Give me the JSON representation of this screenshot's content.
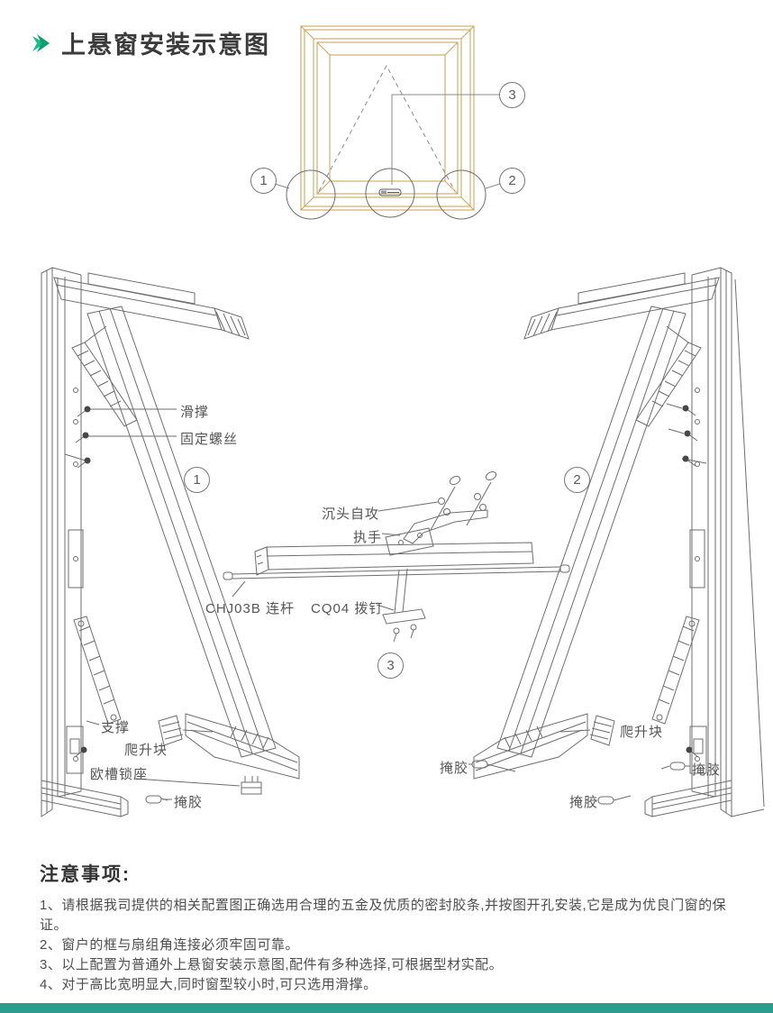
{
  "page": {
    "title": "上悬窗安装示意图"
  },
  "top_diagram": {
    "callouts": [
      "1",
      "2",
      "3"
    ]
  },
  "assembly": {
    "callouts": [
      "1",
      "2",
      "3"
    ],
    "labels": {
      "slide_stay": "滑撑",
      "fixing_screw": "固定螺丝",
      "countersunk_screw": "沉头自攻",
      "handle": "执手",
      "connecting_rod": "CHJ03B 连杆",
      "pin": "CQ04 拨钉",
      "support": "支撑",
      "climb_block_left": "爬升块",
      "euro_groove_lock": "欧槽锁座",
      "cover_left": "掩胶",
      "cover_right_inner": "掩胶",
      "climb_block_right": "爬升块",
      "cover_right_bottom": "掩胶",
      "cover_right_outer": "掩胶"
    }
  },
  "notes": {
    "heading": "注意事项:",
    "items": [
      "1、请根据我司提供的相关配置图正确选用合理的五金及优质的密封胶条,并按图开孔安装,它是成为优良门窗的保证。",
      "2、窗户的框与扇组角连接必须牢固可靠。",
      "3、以上配置为普通外上悬窗安装示意图,配件有多种选择,可根据型材实配。",
      "4、对于高比宽明显大,同时窗型较小时,可只选用滑撑。"
    ]
  },
  "colors": {
    "accent_green": "#12A878",
    "frame_tan": "#C9A85F",
    "line_gray": "#6E6E6E",
    "footer_teal": "#2D9C8E"
  }
}
